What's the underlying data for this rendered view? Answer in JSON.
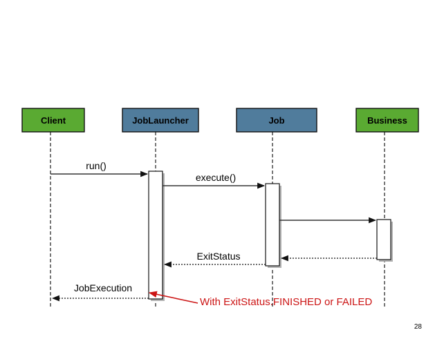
{
  "colors": {
    "actor_green": "#5aaa32",
    "actor_blue": "#507c9c",
    "annotation_red": "#cc1414",
    "background": "#ffffff"
  },
  "diagram": {
    "type": "uml-sequence",
    "actors": [
      {
        "label": "Client",
        "color": "green"
      },
      {
        "label": "JobLauncher",
        "color": "blue"
      },
      {
        "label": "Job",
        "color": "blue"
      },
      {
        "label": "Business",
        "color": "green"
      }
    ],
    "messages": [
      {
        "label": "run()",
        "from": "Client",
        "to": "JobLauncher",
        "style": "sync"
      },
      {
        "label": "execute()",
        "from": "JobLauncher",
        "to": "Job",
        "style": "sync"
      },
      {
        "label": "",
        "from": "Job",
        "to": "Business",
        "style": "sync"
      },
      {
        "label": "",
        "from": "Business",
        "to": "Job",
        "style": "return"
      },
      {
        "label": "ExitStatus",
        "from": "Job",
        "to": "JobLauncher",
        "style": "return"
      },
      {
        "label": "JobExecution",
        "from": "JobLauncher",
        "to": "Client",
        "style": "return"
      }
    ],
    "annotation": {
      "text": "With ExitStatus.FINISHED or FAILED"
    },
    "page_number": "28"
  }
}
